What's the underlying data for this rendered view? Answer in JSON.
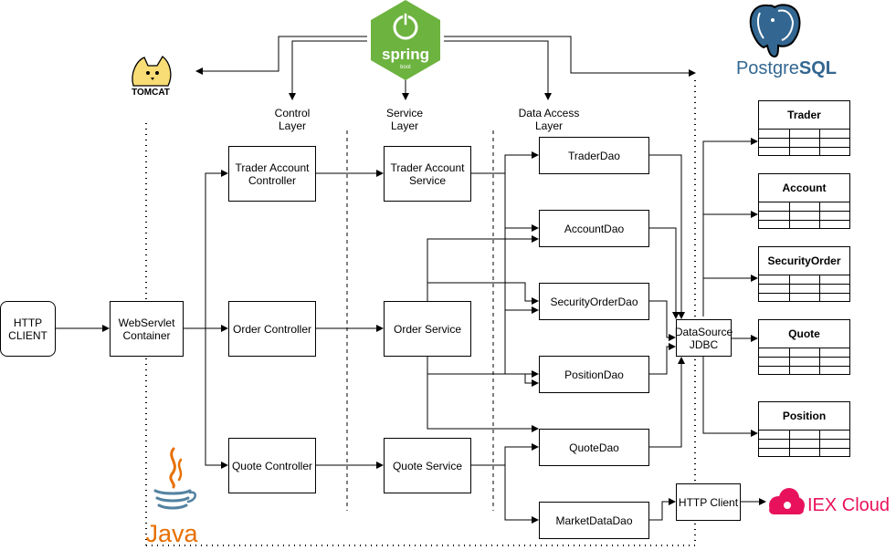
{
  "layers": {
    "control": "Control\nLayer",
    "service": "Service\nLayer",
    "data_access": "Data Access\nLayer"
  },
  "nodes": {
    "http_client": "HTTP\nCLIENT",
    "webservlet": "WebServlet\nContainer",
    "trader_account_controller": "Trader Account\nController",
    "order_controller": "Order Controller",
    "quote_controller": "Quote Controller",
    "trader_account_service": "Trader Account\nService",
    "order_service": "Order Service",
    "quote_service": "Quote Service",
    "trader_dao": "TraderDao",
    "account_dao": "AccountDao",
    "security_order_dao": "SecurityOrderDao",
    "position_dao": "PositionDao",
    "quote_dao": "QuoteDao",
    "market_data_dao": "MarketDataDao",
    "datasource": "DataSource\nJDBC",
    "http_client_iex": "HTTP Client"
  },
  "tables": [
    {
      "name": "Trader"
    },
    {
      "name": "Account"
    },
    {
      "name": "SecurityOrder"
    },
    {
      "name": "Quote"
    },
    {
      "name": "Position"
    }
  ],
  "logos": {
    "spring": "spring",
    "spring_sub": "boot",
    "tomcat": "TOMCAT",
    "postgres": "PostgreSQL",
    "postgres_prefix": "Postgre",
    "postgres_suffix": "SQL",
    "java": "Java",
    "iex": "IEX Cloud"
  },
  "colors": {
    "spring_green": "#6db33f",
    "postgres_blue": "#336791",
    "java_red": "#e76f00",
    "java_blue": "#5382a1",
    "iex_pink": "#e8125c",
    "tomcat_yellow": "#f8dc75"
  }
}
